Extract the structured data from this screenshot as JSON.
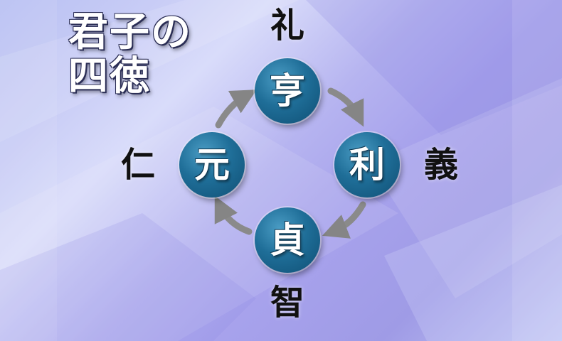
{
  "title": {
    "line1": "君子の",
    "line2": "四徳"
  },
  "cycle": {
    "nodes": [
      {
        "id": "gen",
        "char": "元"
      },
      {
        "id": "kou",
        "char": "亨"
      },
      {
        "id": "ri",
        "char": "利"
      },
      {
        "id": "tei",
        "char": "貞"
      }
    ]
  },
  "virtues": {
    "jin": "仁",
    "rei": "礼",
    "gi": "義",
    "chi": "智"
  },
  "colors": {
    "node_fill": "#1f6e98",
    "arrow": "#8a8a8a",
    "virtue_text": "#111111",
    "title_text": "#ffffff"
  }
}
